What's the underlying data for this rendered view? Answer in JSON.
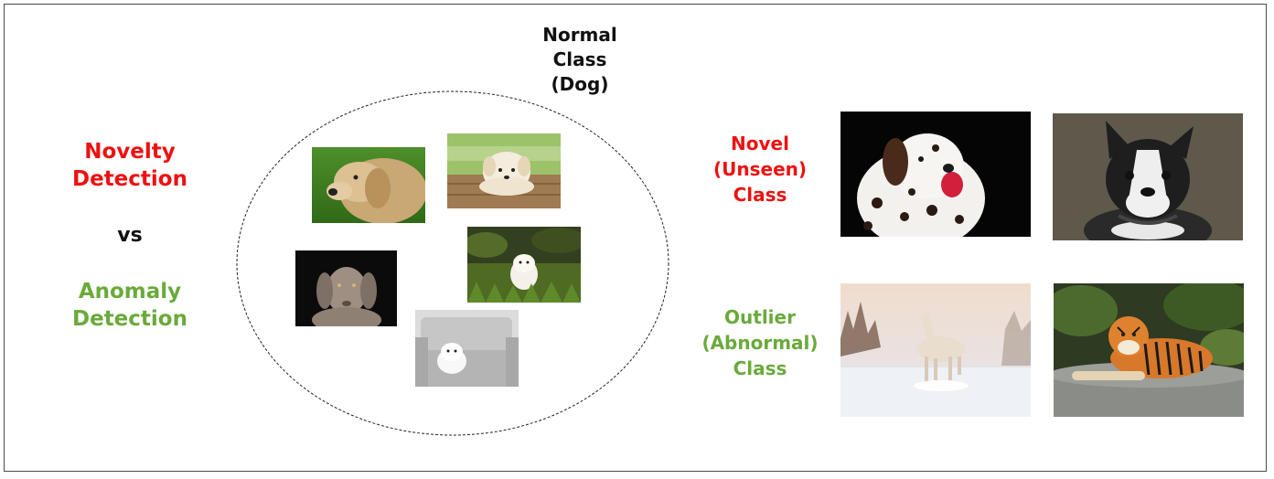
{
  "left": {
    "novelty": [
      "Novelty",
      "Detection"
    ],
    "vs": "vs",
    "anomaly": [
      "Anomaly",
      "Detection"
    ]
  },
  "normal_class": [
    "Normal",
    "Class",
    "(Dog)"
  ],
  "novel_class": [
    "Novel",
    "(Unseen)",
    "Class"
  ],
  "outlier_class": [
    "Outlier",
    "(Abnormal)",
    "Class"
  ],
  "colors": {
    "novelty": "#ee1111",
    "anomaly": "#6aaa3a",
    "text": "#111111"
  }
}
